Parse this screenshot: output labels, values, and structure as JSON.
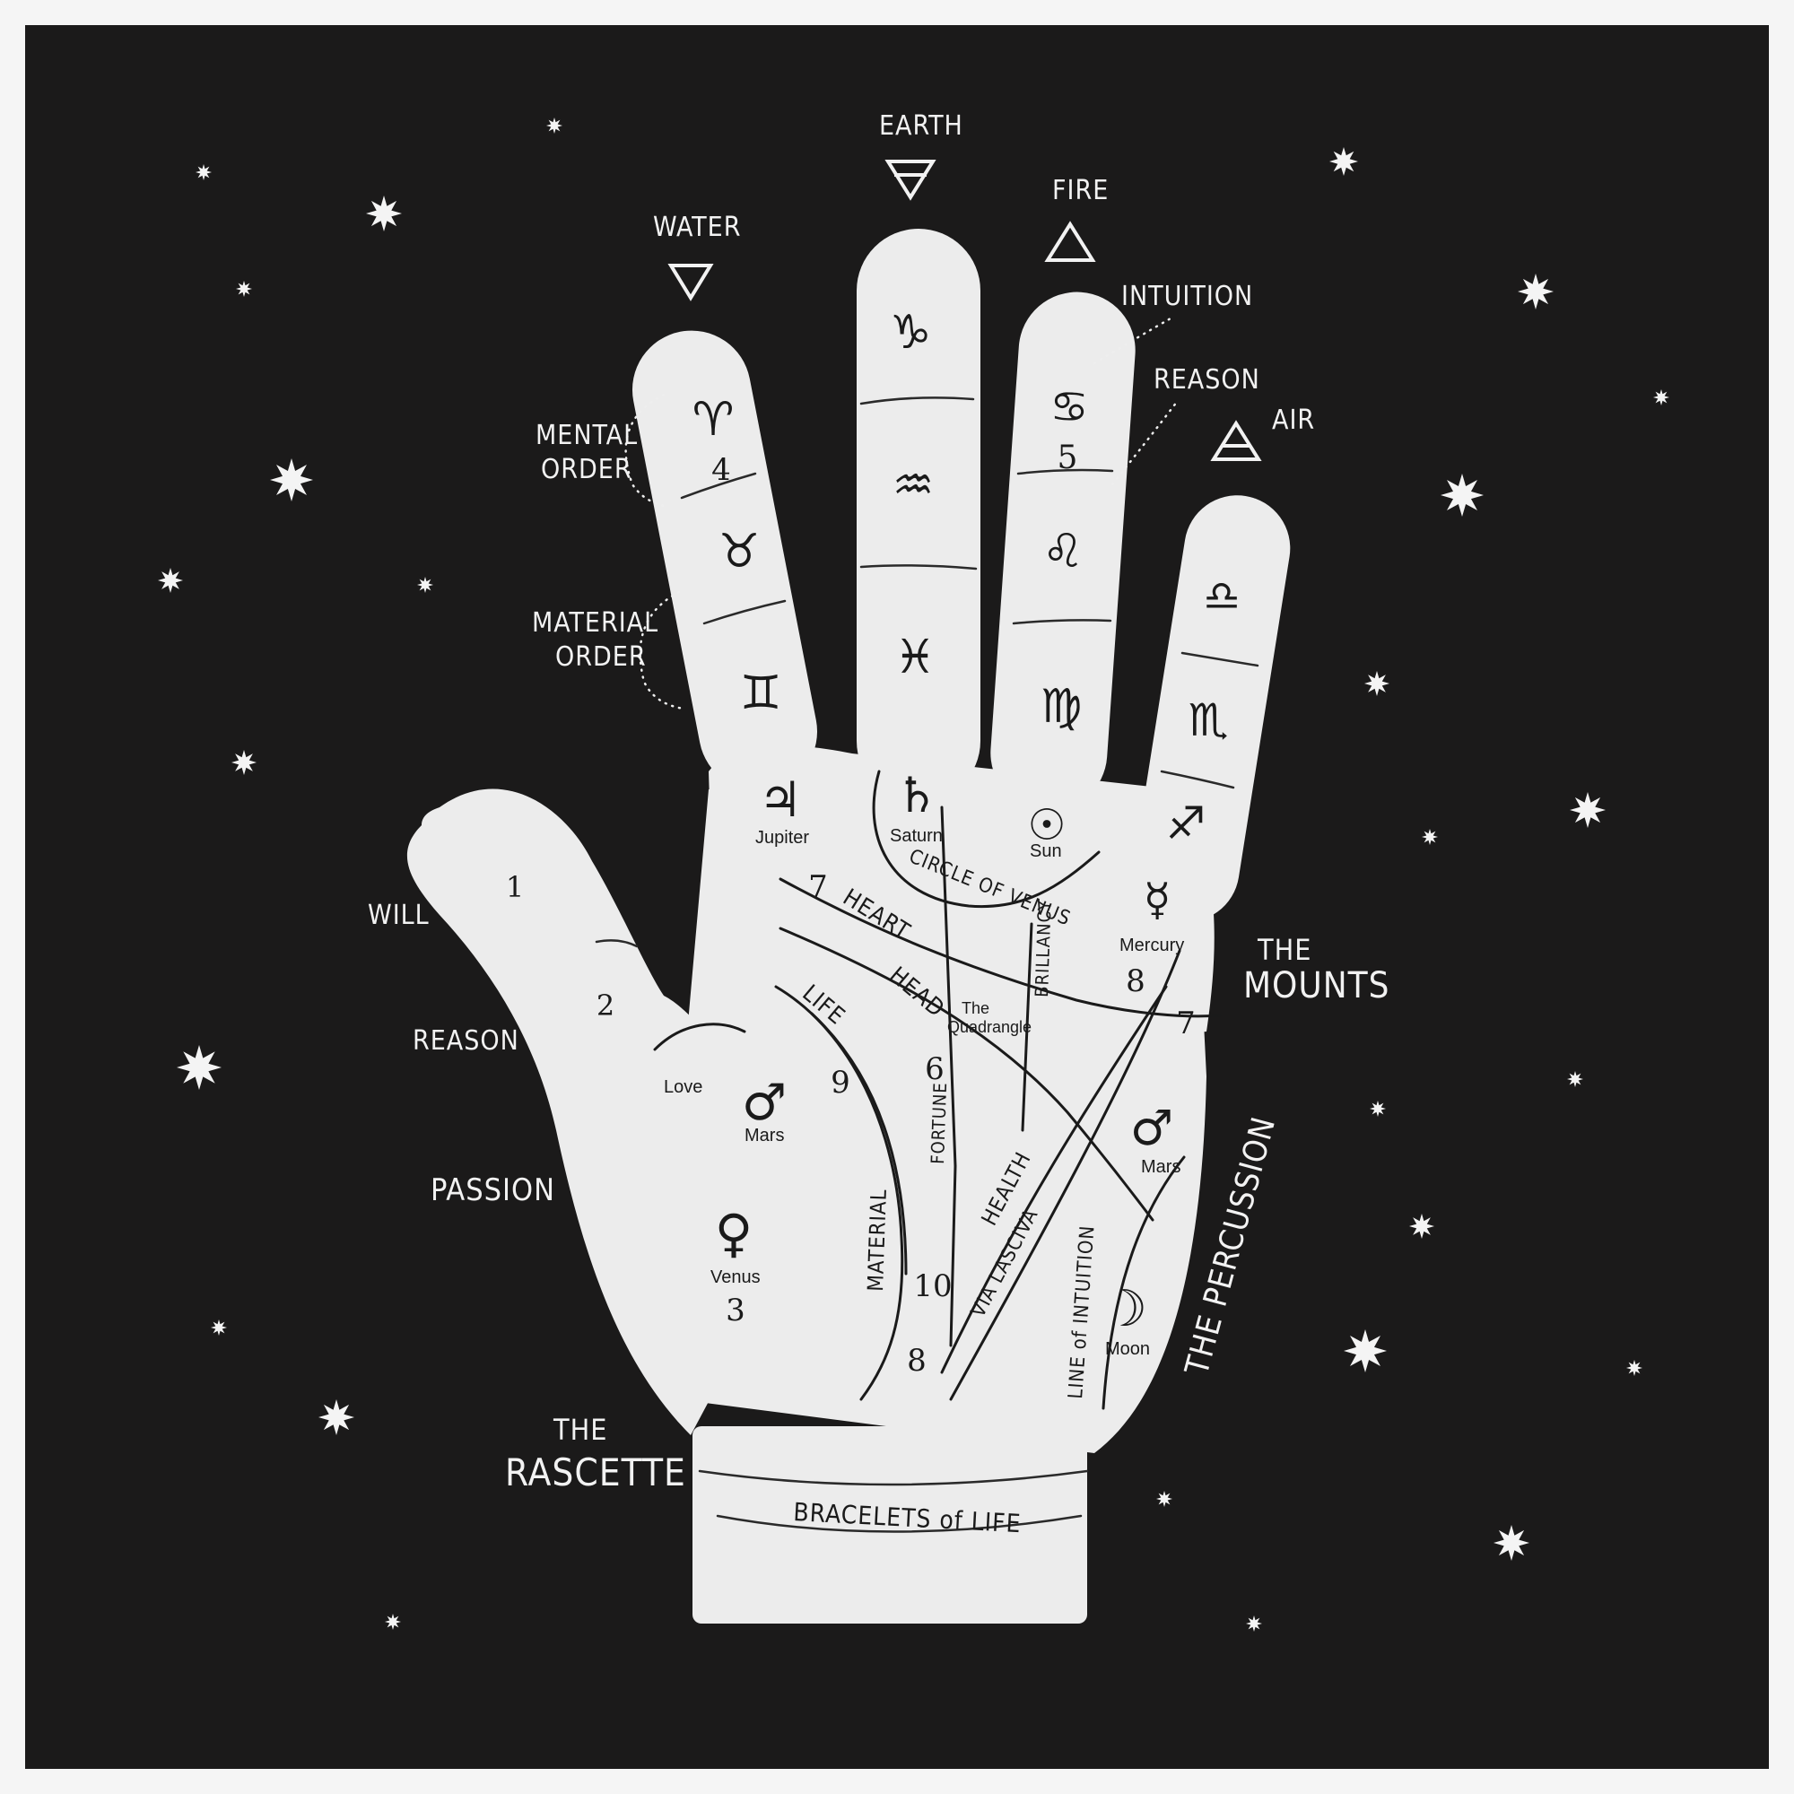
{
  "colors": {
    "background": "#1b1a1a",
    "border": "#f5f5f5",
    "hand": "#ececec",
    "ink": "#1a1a1a",
    "label": "#f2f2f2"
  },
  "elements": {
    "water": "WATER",
    "earth": "EARTH",
    "fire": "FIRE",
    "air": "AIR"
  },
  "outer": {
    "intuition": "INTUITION",
    "reason_finger": "REASON",
    "mental_1": "MENTAL",
    "mental_2": "ORDER",
    "material_1": "MATERIAL",
    "material_2": "ORDER",
    "will": "WILL",
    "reason_thumb": "REASON",
    "passion": "PASSION",
    "rascette_1": "THE",
    "rascette_2": "RASCETTE",
    "mounts_1": "THE",
    "mounts_2": "MOUNTS",
    "percussion": "THE PERCUSSION"
  },
  "zodiac": {
    "aries": "♈",
    "taurus": "♉",
    "gemini": "♊",
    "capricorn": "♑",
    "aquarius": "♒",
    "pisces": "♓",
    "cancer": "♋",
    "leo": "♌",
    "virgo": "♍",
    "libra": "♎",
    "scorpio": "♏",
    "sagittarius": "♐"
  },
  "planets": {
    "jupiter_sym": "♃",
    "jupiter": "Jupiter",
    "saturn_sym": "♄",
    "saturn": "Saturn",
    "sun_sym": "☉",
    "sun": "Sun",
    "mercury_sym": "☿",
    "mercury": "Mercury",
    "mars_sym": "♂",
    "mars": "Mars",
    "mars2_sym": "♂",
    "mars2": "Mars",
    "venus_sym": "♀",
    "venus": "Venus",
    "moon_sym": "☽",
    "moon": "Moon"
  },
  "palm": {
    "love": "Love",
    "quadrangle_1": "The",
    "quadrangle_2": "Quadrangle",
    "circle_of_venus": "CIRCLE OF VENUS",
    "heart": "HEART",
    "head": "HEAD",
    "life": "LIFE",
    "brilliancy": "BRILLANCY",
    "fortune": "FORTUNE",
    "health": "HEALTH",
    "material": "MATERIAL",
    "via_lasciva": "VIA LASCIVA",
    "line_of_intuition": "LINE of INTUITION",
    "bracelets": "BRACELETS of LIFE"
  },
  "numbers": {
    "n1": "1",
    "n2": "2",
    "n3": "3",
    "n4": "4",
    "n5": "5",
    "n6": "6",
    "n7a": "7",
    "n7b": "7",
    "n8a": "8",
    "n8b": "8",
    "n9": "9",
    "n10": "10"
  }
}
